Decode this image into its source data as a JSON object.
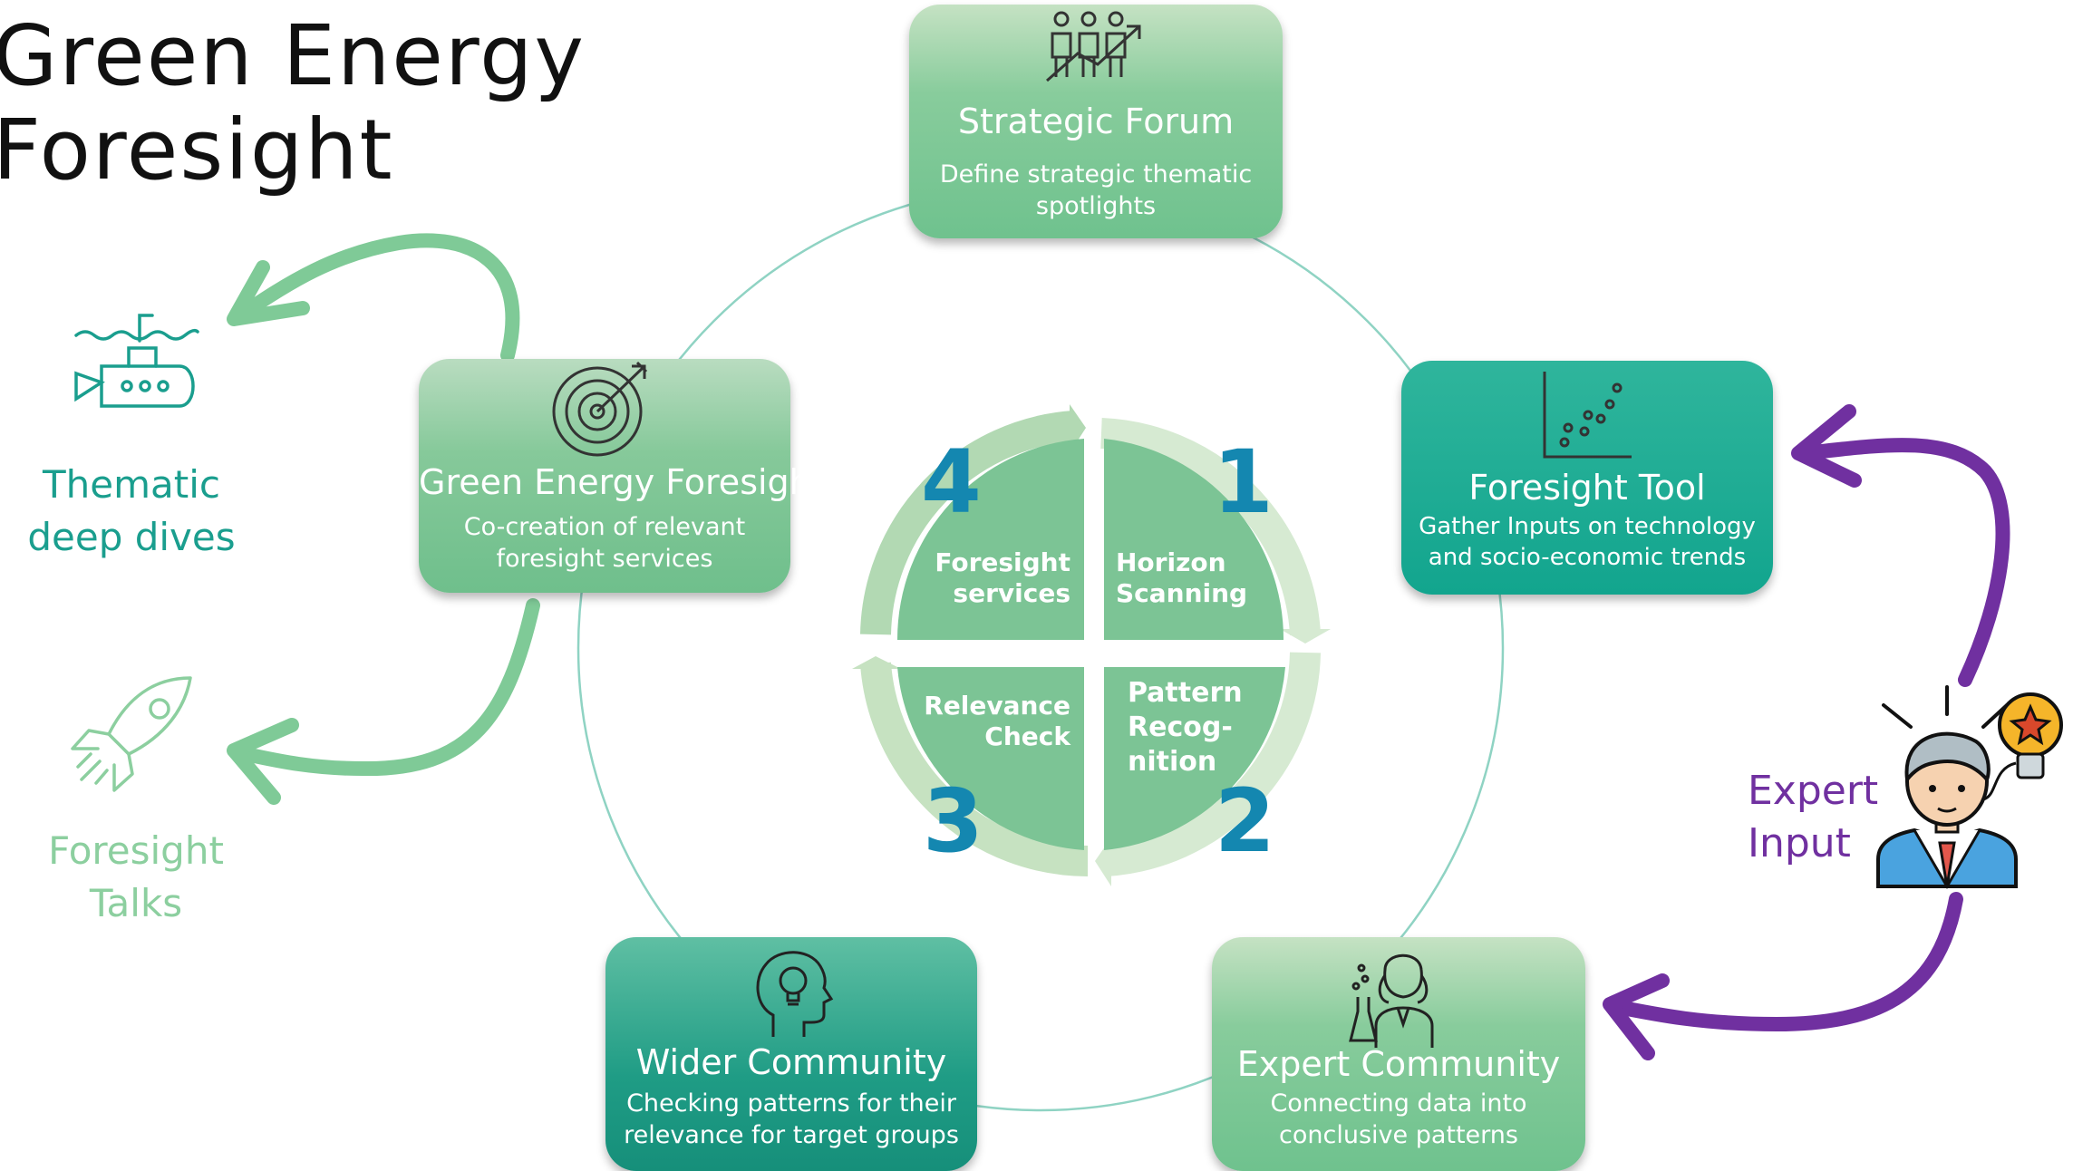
{
  "title": {
    "line1": "Green Energy",
    "line2": "Foresight"
  },
  "boxes": {
    "strategic_forum": {
      "heading": "Strategic Forum",
      "sub1": "Define strategic thematic",
      "sub2": "spotlights",
      "icon": "growth-people-icon"
    },
    "green_energy_foresight": {
      "heading": "Green Energy Foresight",
      "sub1": "Co-creation of relevant",
      "sub2": "foresight services",
      "icon": "target-icon"
    },
    "foresight_tool": {
      "heading": "Foresight Tool",
      "sub1": "Gather Inputs on technology",
      "sub2": "and socio-economic trends",
      "icon": "scatter-plot-icon"
    },
    "wider_community": {
      "heading": "Wider Community",
      "sub1": "Checking patterns for their",
      "sub2": "relevance for target groups",
      "icon": "head-lightbulb-icon"
    },
    "expert_community": {
      "heading": "Expert Community",
      "sub1": "Connecting data into",
      "sub2": "conclusive patterns",
      "icon": "scientist-icon"
    }
  },
  "cycle": {
    "quadrants": [
      {
        "number": "1",
        "line1": "Horizon",
        "line2": "Scanning",
        "line3": ""
      },
      {
        "number": "2",
        "line1": "Pattern",
        "line2": "Recog-",
        "line3": "nition"
      },
      {
        "number": "3",
        "line1": "Relevance",
        "line2": "Check",
        "line3": ""
      },
      {
        "number": "4",
        "line1": "Foresight",
        "line2": "services",
        "line3": ""
      }
    ]
  },
  "outputs": {
    "deep_dives": {
      "line1": "Thematic",
      "line2": "deep dives",
      "icon": "submarine-icon"
    },
    "talks": {
      "label": "Foresight Talks",
      "icon": "rocket-icon"
    }
  },
  "expert_input": {
    "line1": "Expert",
    "line2": "Input",
    "icon": "expert-idea-icon"
  },
  "colors": {
    "box_light": "#7fc896",
    "box_teal": "#12a58e",
    "circle_line": "#8fd3c3",
    "green_arrow": "#7fca97",
    "purple_arrow": "#7030a0",
    "number_blue": "#1487b0",
    "teal_text": "#1a9e8e",
    "light_green_text": "#8ccf9f",
    "purple_text": "#7030a0"
  }
}
